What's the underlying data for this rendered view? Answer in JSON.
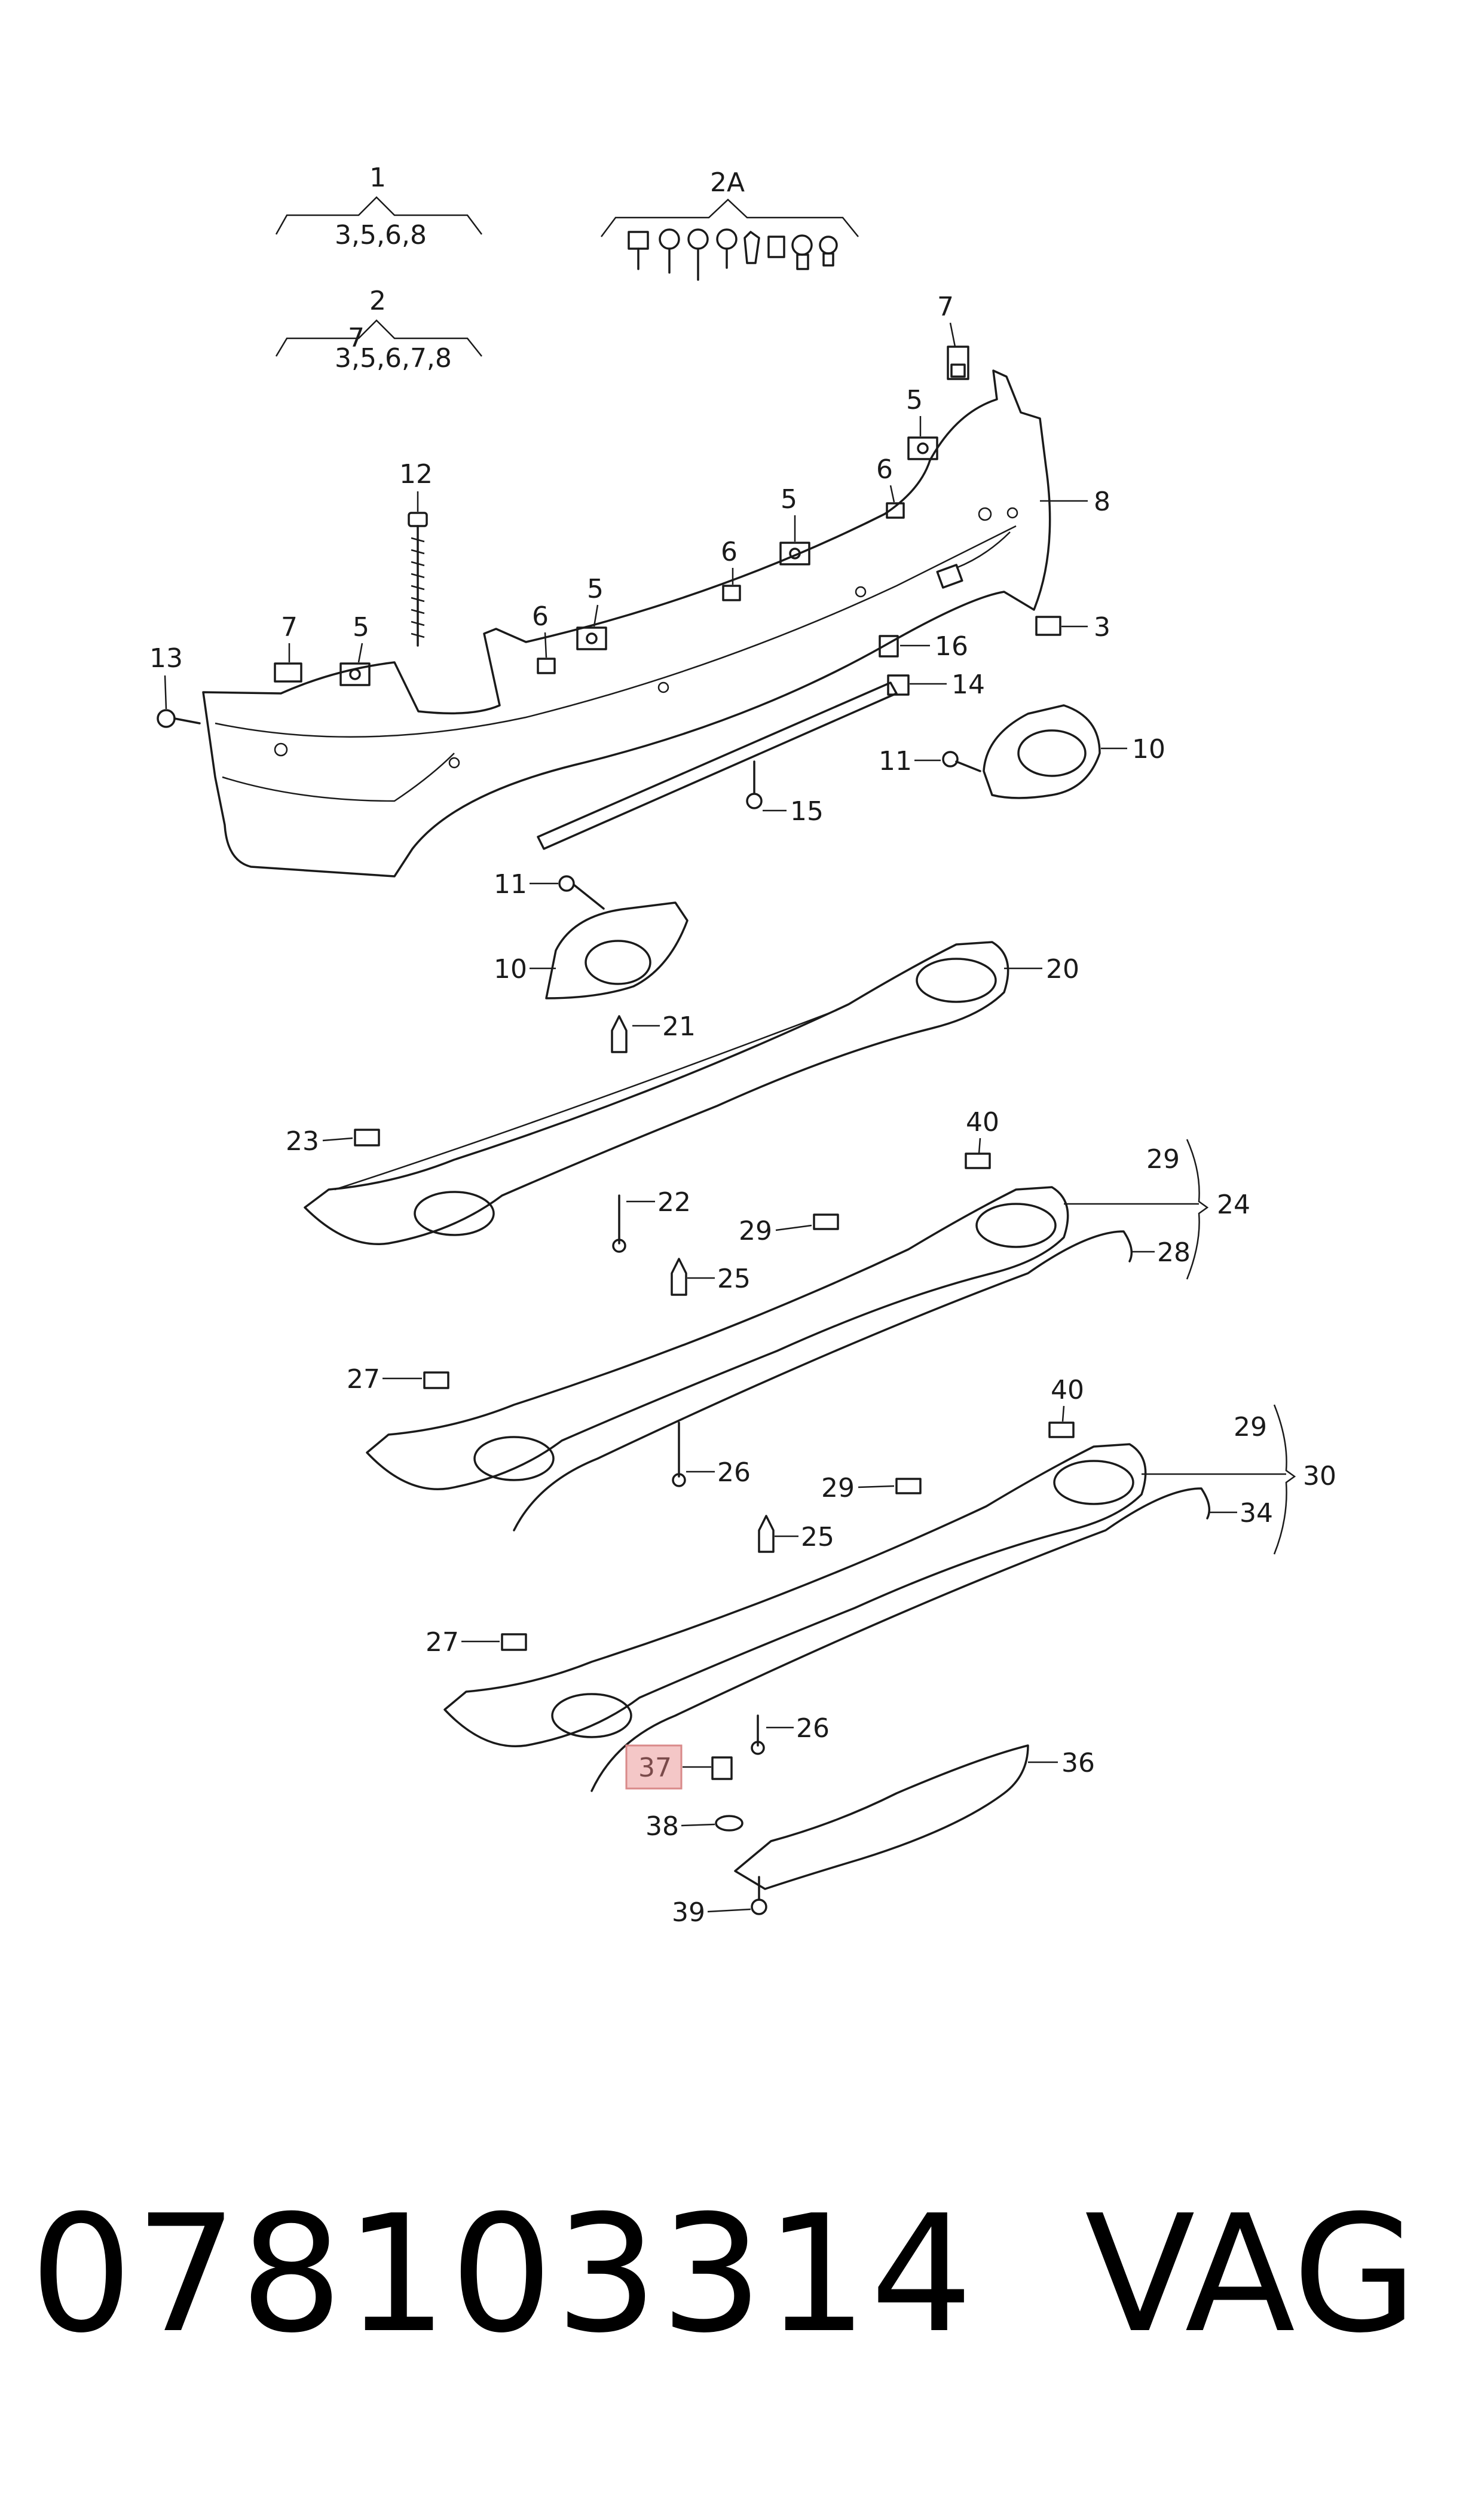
{
  "diagram": {
    "labels": {
      "c1": "1",
      "c1_sub": "3,5,6,8",
      "c2": "2",
      "c2_sub": "3,5,6,7,8",
      "c2a": "2A",
      "p7a": "7",
      "p5a": "5",
      "p6a": "6",
      "p12": "12",
      "p8": "8",
      "p6b": "6",
      "p5b": "5",
      "p6c": "6",
      "p5c": "5",
      "p3": "3",
      "p7b": "7",
      "p5d": "5",
      "p13": "13",
      "p16": "16",
      "p14": "14",
      "p11a": "11",
      "p10a": "10",
      "p15": "15",
      "p11b": "11",
      "p10b": "10",
      "p20": "20",
      "p21": "21",
      "p23": "23",
      "p22": "22",
      "p40a": "40",
      "p29a": "29",
      "p24": "24",
      "p29b": "29",
      "p28": "28",
      "p25a": "25",
      "p27a": "27",
      "p26a": "26",
      "p40b": "40",
      "p29c": "29",
      "p30": "30",
      "p29d": "29",
      "p25b": "25",
      "p34": "34",
      "p27b": "27",
      "p26b": "26",
      "p37": "37",
      "p36": "36",
      "p38": "38",
      "p39": "39"
    },
    "highlight_color": "#f4c7c7",
    "highlight_border": "#d98a8a"
  },
  "footer": {
    "part_number": "078103314",
    "brand": "VAG"
  }
}
